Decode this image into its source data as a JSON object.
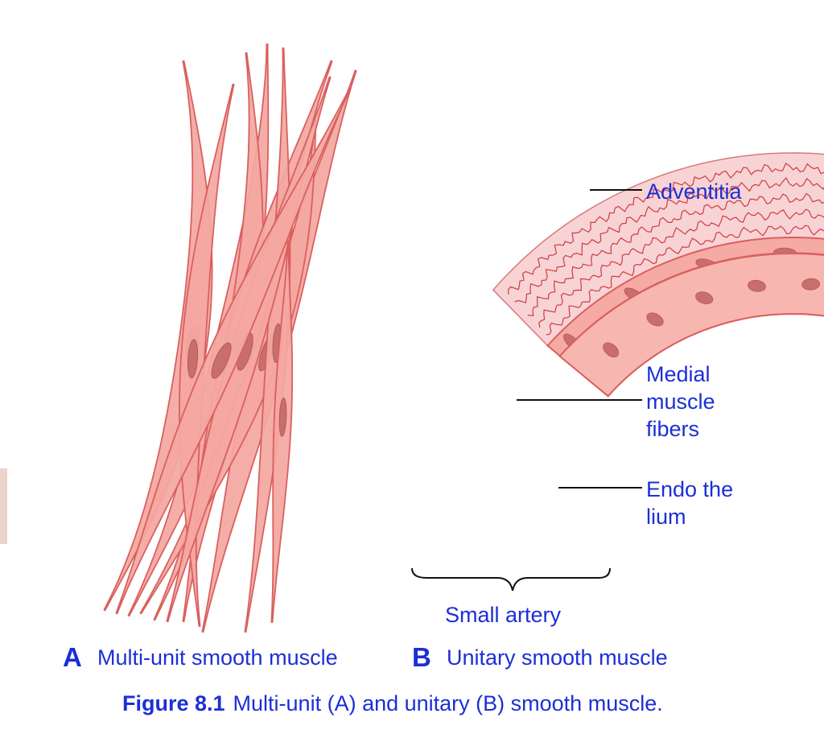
{
  "panel_a": {
    "letter": "A",
    "title": "Multi-unit smooth muscle"
  },
  "panel_b": {
    "letter": "B",
    "title": "Unitary smooth muscle",
    "labels": {
      "adventitia": "Adventitia",
      "medial": "Medial\nmuscle\nfibers",
      "endothelium": "Endo the\nlium",
      "small_artery": "Small artery"
    }
  },
  "caption": {
    "number": "Figure 8.1",
    "text": "Multi-unit (A) and unitary (B) smooth muscle."
  },
  "colors": {
    "label_blue": "#1c2fd6",
    "fiber_fill": "#f4a7a1",
    "fiber_stroke": "#d9605e",
    "nucleus": "#c86e6c",
    "adventitia_fill": "#f8d3d5",
    "adventitia_squiggle": "#cf3c40",
    "medial_fill": "#f5aaa3",
    "endothelium_fill": "#f7b7b0"
  },
  "icons": [
    "multi-unit-fiber-bundle",
    "artery-wall-cross-section",
    "bracket"
  ]
}
